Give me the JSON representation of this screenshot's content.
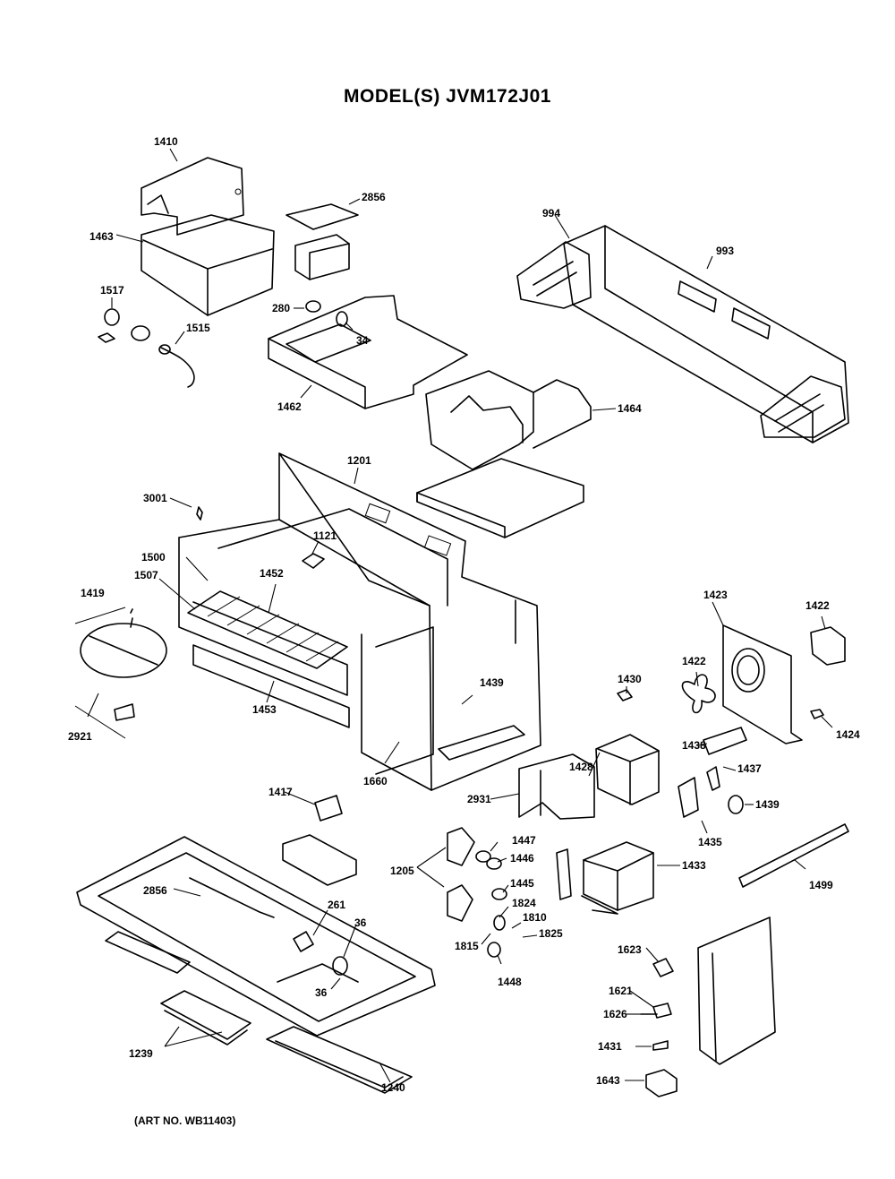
{
  "header_mark": "",
  "title": "MODEL(S) JVM172J01",
  "art_number": "(ART NO. WB11403)",
  "part_labels": [
    "1410",
    "2856",
    "994",
    "993",
    "1463",
    "1517",
    "280",
    "34",
    "1515",
    "1462",
    "1464",
    "1201",
    "3001",
    "1121",
    "1500",
    "1507",
    "1452",
    "1419",
    "1423",
    "1422",
    "1453",
    "1439",
    "1430",
    "1422",
    "1424",
    "1428",
    "1438",
    "1437",
    "2921",
    "1660",
    "1417",
    "2931",
    "1439",
    "1435",
    "1447",
    "1446",
    "1205",
    "1433",
    "1445",
    "1824",
    "1810",
    "1825",
    "2856",
    "261",
    "36",
    "1815",
    "1499",
    "1448",
    "36",
    "1623",
    "1621",
    "1626",
    "1239",
    "1431",
    "1240",
    "1643"
  ]
}
